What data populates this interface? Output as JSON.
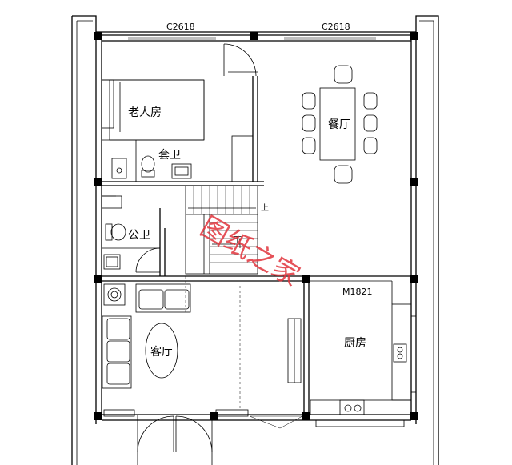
{
  "labels": {
    "window_left": "C2618",
    "window_right": "C2618",
    "elderly_room": "老人房",
    "ensuite_bath": "套卫",
    "public_bath": "公卫",
    "dining_room": "餐厅",
    "living_room": "客厅",
    "kitchen": "厨房",
    "kitchen_door": "M1821",
    "stair_up": "上",
    "stair_down": "下",
    "watermark": "图纸之家"
  },
  "colors": {
    "line": "#000000",
    "watermark": "#e0343c",
    "background": "#ffffff"
  }
}
